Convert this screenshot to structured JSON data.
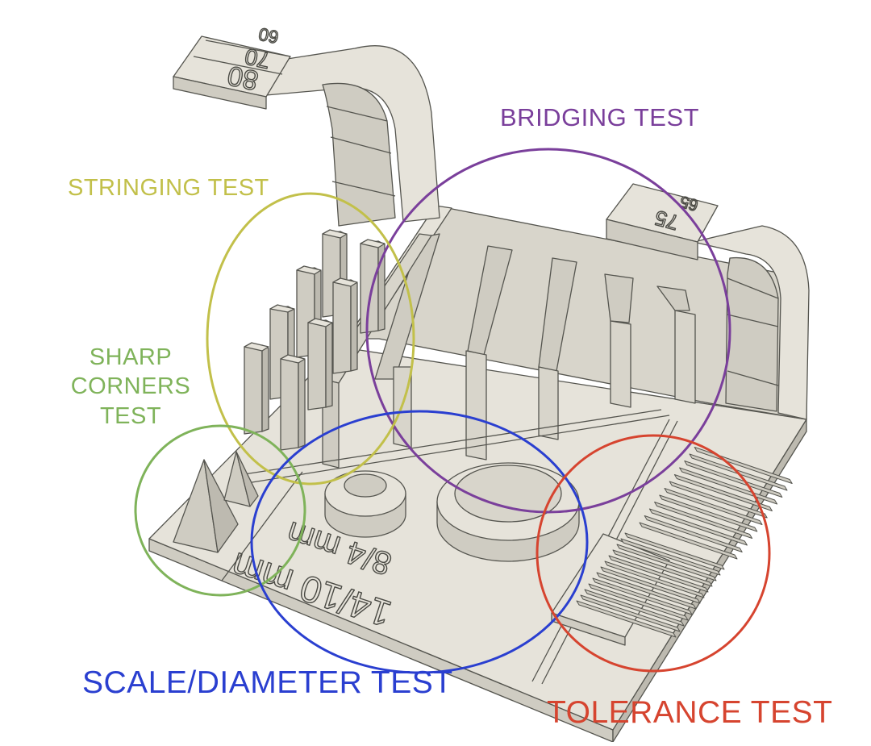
{
  "title": "3D Print Calibration Test Model",
  "model": {
    "overhang_labels_left": [
      "80",
      "70",
      "60"
    ],
    "overhang_labels_right": [
      "75",
      "65"
    ],
    "engraved_text": [
      "8/4 mm",
      "14/10 mm"
    ],
    "stringing_pillar_count": 8,
    "bridge_count": 5,
    "ring_count": 2,
    "pyramid_count": 2,
    "tolerance_comb_rows": 2
  },
  "callouts": [
    {
      "id": "bridging",
      "label": "BRIDGING TEST",
      "color": "#7a3f9b"
    },
    {
      "id": "stringing",
      "label": "STRINGING TEST",
      "color": "#c2c04a"
    },
    {
      "id": "sharp-corners",
      "label": "SHARP\nCORNERS\nTEST",
      "color": "#7fb35a"
    },
    {
      "id": "scale-diameter",
      "label": "SCALE/DIAMETER TEST",
      "color": "#2a3fd0"
    },
    {
      "id": "tolerance",
      "label": "TOLERANCE TEST",
      "color": "#d6442f"
    }
  ],
  "colors": {
    "background": "#ffffff",
    "model_top": "#e6e3da",
    "model_side": "#cfccc2",
    "model_dark": "#bdbab0",
    "edge": "#55554f"
  }
}
